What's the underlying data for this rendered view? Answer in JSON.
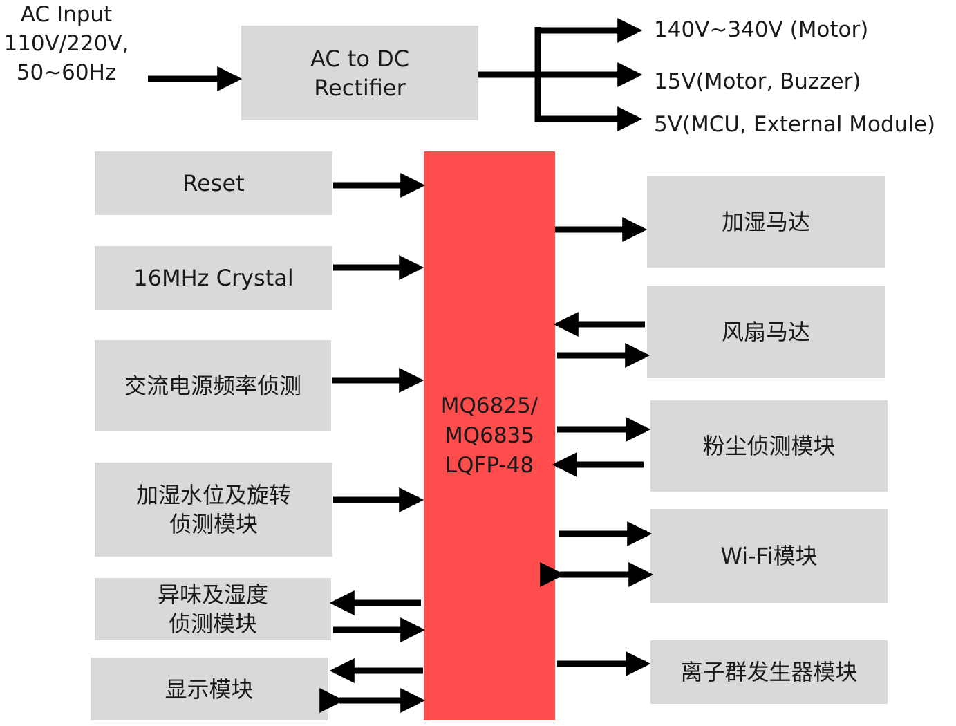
{
  "power": {
    "input_lines": [
      "AC Input",
      "110V/220V,",
      "50~60Hz"
    ],
    "rectifier_lines": [
      "AC to DC",
      "Rectifier"
    ],
    "outputs": [
      "140V~340V (Motor)",
      "15V(Motor, Buzzer)",
      "5V(MCU, External Module)"
    ]
  },
  "mcu": {
    "lines": [
      "MQ6825/",
      "MQ6835",
      "LQFP-48"
    ]
  },
  "left_modules": [
    {
      "label": "Reset"
    },
    {
      "label": "16MHz Crystal"
    },
    {
      "label": "交流电源频率侦测"
    },
    {
      "lines": [
        "加湿水位及旋转",
        "侦测模块"
      ]
    },
    {
      "lines": [
        "异味及湿度",
        "侦测模块"
      ]
    },
    {
      "label": "显示模块"
    }
  ],
  "right_modules": [
    {
      "label": "加湿马达"
    },
    {
      "label": "风扇马达"
    },
    {
      "label": "粉尘侦测模块"
    },
    {
      "label": "Wi-Fi模块"
    },
    {
      "label": "离子群发生器模块"
    }
  ],
  "colors": {
    "box": "#d9d9d9",
    "mcu": "#ff4d4d",
    "arrow": "#000000"
  }
}
